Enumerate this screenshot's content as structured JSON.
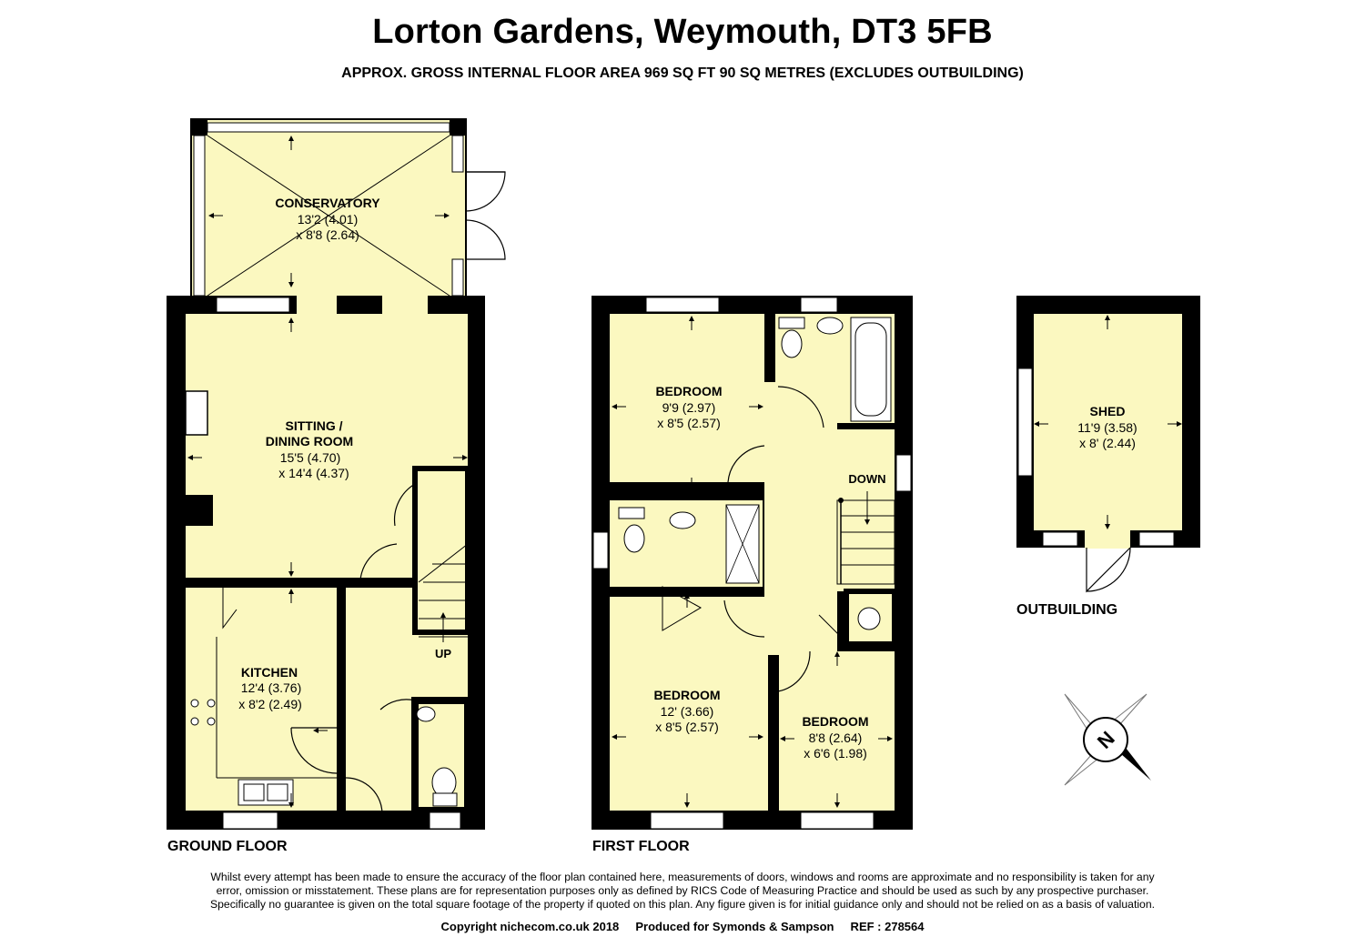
{
  "header": {
    "title": "Lorton Gardens, Weymouth, DT3 5FB",
    "subtitle": "APPROX. GROSS INTERNAL FLOOR AREA 969 SQ FT 90 SQ METRES (EXCLUDES OUTBUILDING)"
  },
  "floors": {
    "ground": "GROUND FLOOR",
    "first": "FIRST FLOOR",
    "outbuilding": "OUTBUILDING"
  },
  "rooms": {
    "conservatory": {
      "name": "CONSERVATORY",
      "dim1": "13'2 (4.01)",
      "dim2": "x 8'8 (2.64)"
    },
    "sitting": {
      "name1": "SITTING /",
      "name2": "DINING ROOM",
      "dim1": "15'5 (4.70)",
      "dim2": "x 14'4 (4.37)"
    },
    "kitchen": {
      "name": "KITCHEN",
      "dim1": "12'4 (3.76)",
      "dim2": "x 8'2 (2.49)"
    },
    "bedroom1": {
      "name": "BEDROOM",
      "dim1": "9'9 (2.97)",
      "dim2": "x 8'5 (2.57)"
    },
    "bedroom2": {
      "name": "BEDROOM",
      "dim1": "12' (3.66)",
      "dim2": "x 8'5 (2.57)"
    },
    "bedroom3": {
      "name": "BEDROOM",
      "dim1": "8'8 (2.64)",
      "dim2": "x 6'6 (1.98)"
    },
    "shed": {
      "name": "SHED",
      "dim1": "11'9 (3.58)",
      "dim2": "x 8' (2.44)"
    }
  },
  "stairs": {
    "up": "UP",
    "down": "DOWN"
  },
  "compass": {
    "letter": "N"
  },
  "disclaimer": {
    "line1": "Whilst every attempt has been made to ensure the accuracy of the floor plan contained here, measurements of doors, windows and rooms are approximate and no responsibility is taken for any",
    "line2": "error, omission or misstatement. These plans are for representation purposes only as defined by RICS Code of Measuring Practice and should be used as such by any prospective purchaser.",
    "line3": "Specifically no guarantee is given on the total square footage of the property if quoted on this plan. Any figure given is for initial guidance only and should not be relied on as a basis of valuation."
  },
  "footer": "Copyright nichecom.co.uk 2018     Produced for Symonds & Sampson     REF : 278564",
  "colors": {
    "floor_fill": "#fbf8c0",
    "wall": "#000000",
    "window": "#ffffff"
  }
}
